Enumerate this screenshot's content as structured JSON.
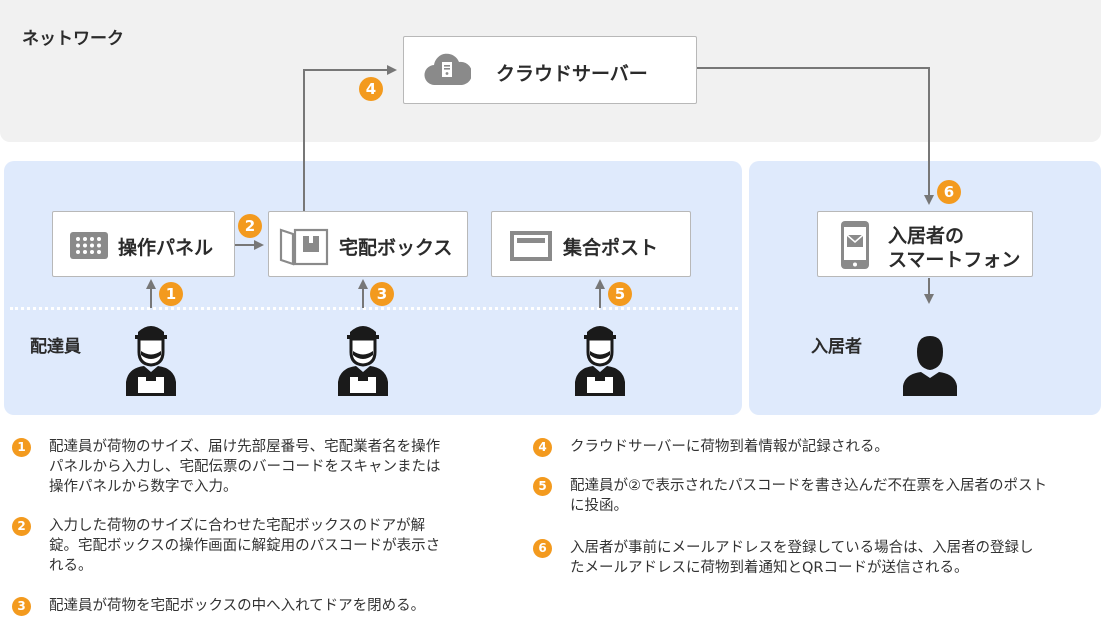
{
  "zones": {
    "network_label": "ネットワーク",
    "delivery_label": "配達員",
    "resident_label": "入居者"
  },
  "nodes": {
    "cloud_server": "クラウドサーバー",
    "control_panel": "操作パネル",
    "delivery_box": "宅配ボックス",
    "mailbox": "集合ポスト",
    "smartphone_line1": "入居者の",
    "smartphone_line2": "スマートフォン"
  },
  "badges": [
    "1",
    "2",
    "3",
    "4",
    "5",
    "6"
  ],
  "legend": [
    {
      "num": "1",
      "lines": [
        "配達員が荷物のサイズ、届け先部屋番号、宅配業者名を操作",
        "パネルから入力し、宅配伝票のバーコードをスキャンまたは",
        "操作パネルから数字で入力。"
      ]
    },
    {
      "num": "2",
      "lines": [
        "入力した荷物のサイズに合わせた宅配ボックスのドアが解",
        "錠。宅配ボックスの操作画面に解錠用のパスコードが表示さ",
        "れる。"
      ]
    },
    {
      "num": "3",
      "lines": [
        "配達員が荷物を宅配ボックスの中へ入れてドアを閉める。"
      ]
    },
    {
      "num": "4",
      "lines": [
        "クラウドサーバーに荷物到着情報が記録される。"
      ]
    },
    {
      "num": "5",
      "lines": [
        "配達員が②で表示されたパスコードを書き込んだ不在票を入居者のポスト",
        "に投函。"
      ]
    },
    {
      "num": "6",
      "lines": [
        "入居者が事前にメールアドレスを登録している場合は、入居者の登録し",
        "たメールアドレスに荷物到着通知とQRコードが送信される。"
      ]
    }
  ],
  "colors": {
    "network_bg": "#f1f1f1",
    "zone_bg": "#dfeafc",
    "accent": "#f39a1e",
    "arrow": "#777777",
    "icon_gray": "#8a8a8a",
    "person": "#1a1a1a"
  }
}
